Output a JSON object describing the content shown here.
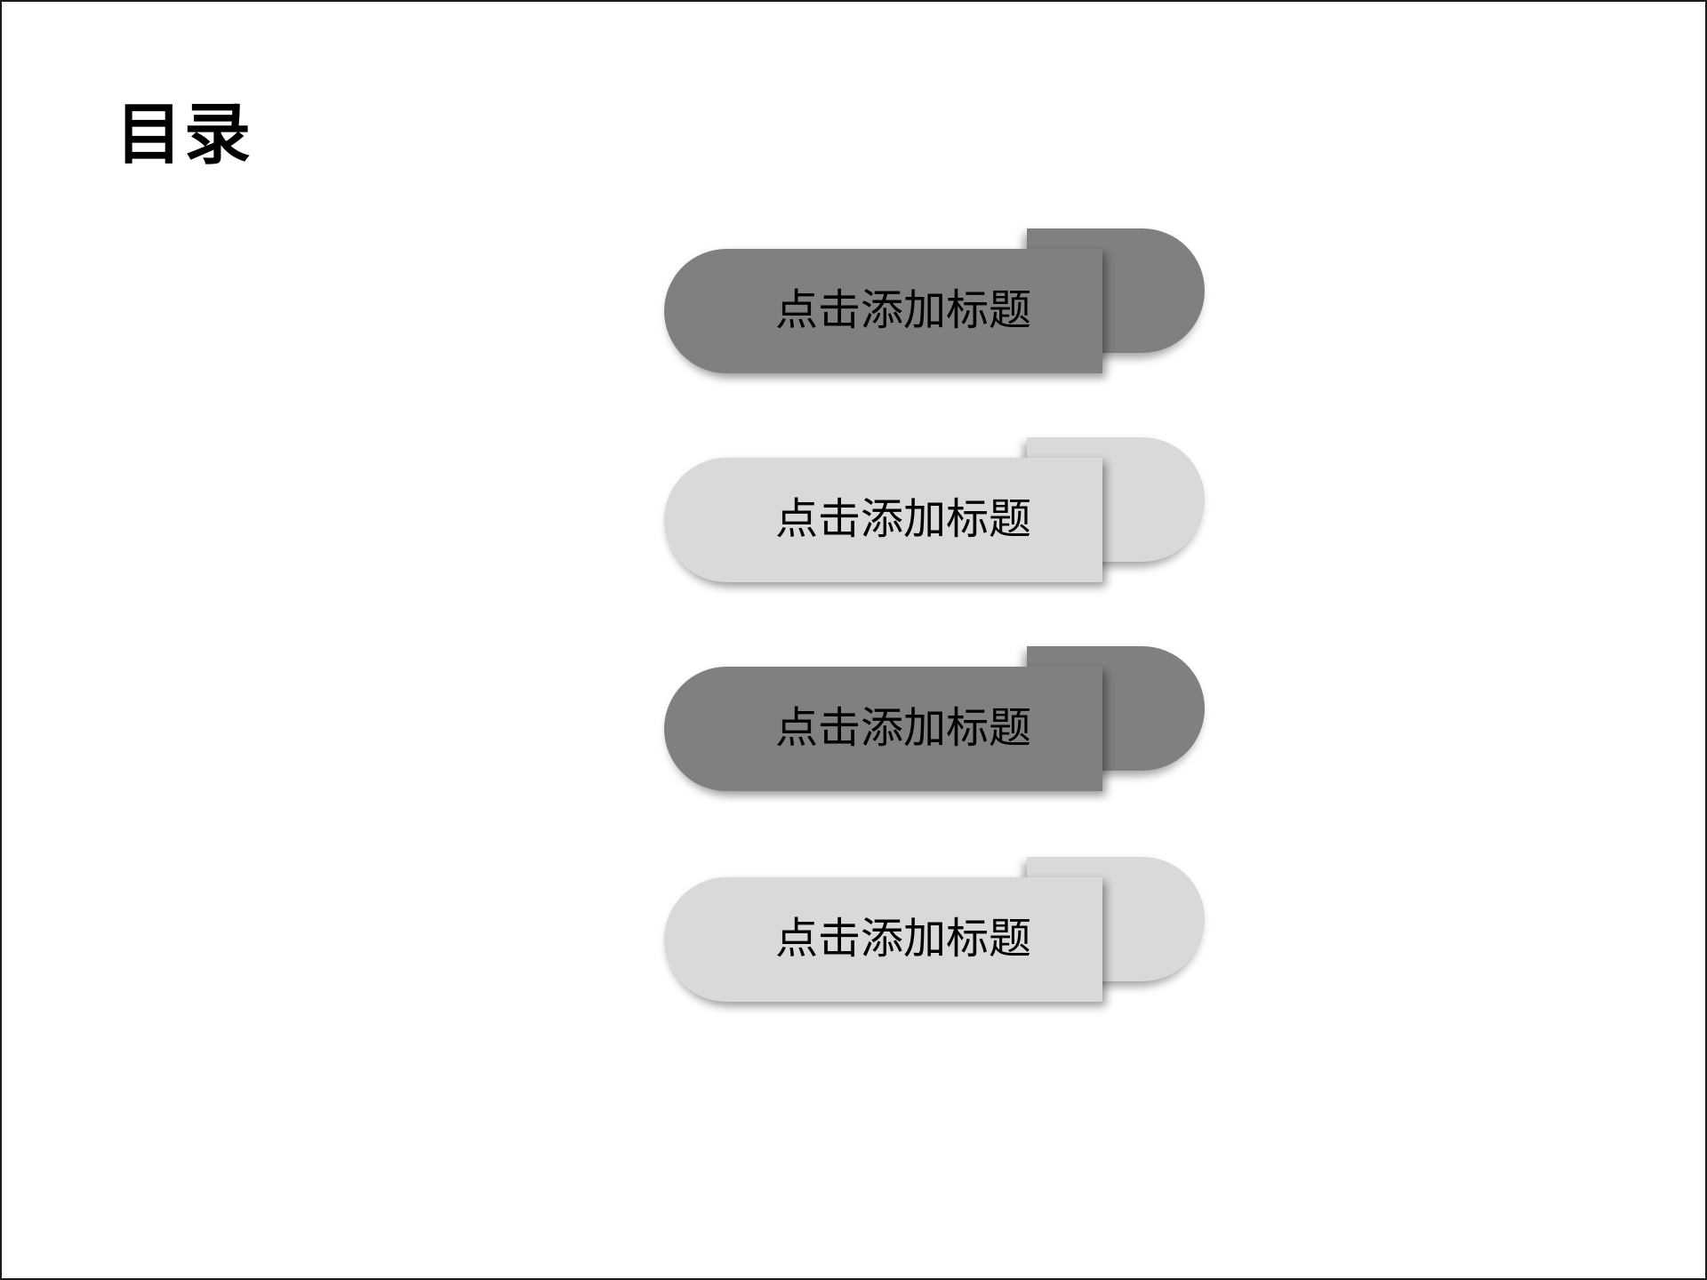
{
  "slide": {
    "title": "目录"
  },
  "toc": {
    "items": [
      {
        "label": "点击添加标题",
        "variant": "dark"
      },
      {
        "label": "点击添加标题",
        "variant": "light"
      },
      {
        "label": "点击添加标题",
        "variant": "dark"
      },
      {
        "label": "点击添加标题",
        "variant": "light"
      }
    ]
  },
  "colors": {
    "dark-pill": "#808080",
    "light-pill": "#d9d9d9",
    "text": "#000000",
    "background": "#ffffff",
    "slide-border": "#1a1a1a"
  }
}
